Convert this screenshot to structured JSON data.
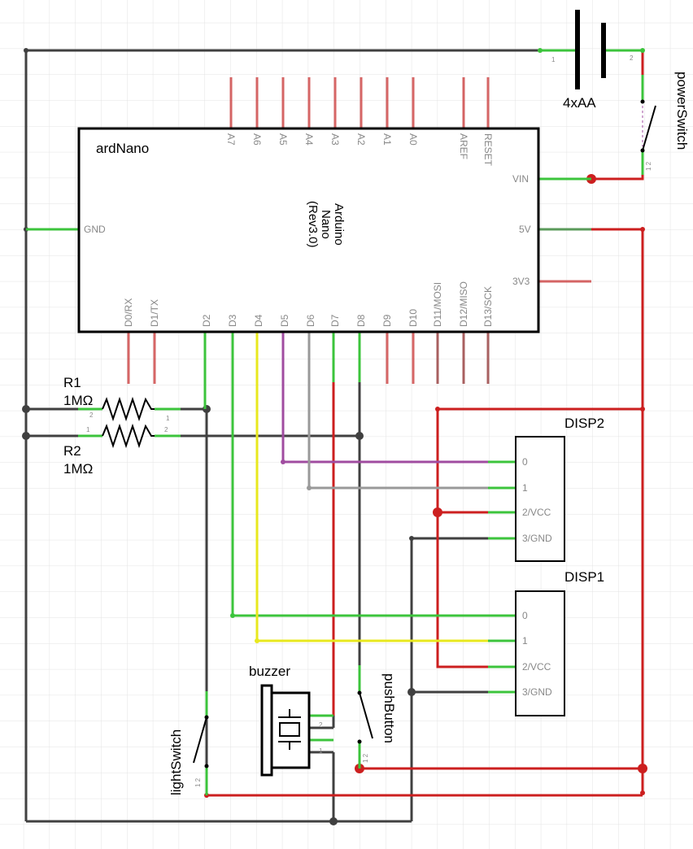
{
  "arduino": {
    "title": "ardNano",
    "name_lines": [
      "Arduino",
      "Nano",
      "(Rev3.0)"
    ],
    "top_pins": [
      "A7",
      "A6",
      "A5",
      "A4",
      "A3",
      "A2",
      "A1",
      "A0",
      "AREF",
      "RESET"
    ],
    "bottom_pins": [
      "D0/RX",
      "D1/TX",
      "D2",
      "D3",
      "D4",
      "D5",
      "D6",
      "D7",
      "D8",
      "D9",
      "D10",
      "D11/MOSI",
      "D12/MISO",
      "D13/SCK"
    ],
    "left_pin": "GND",
    "right_pins": [
      "VIN",
      "5V",
      "3V3"
    ]
  },
  "battery": {
    "label": "4xAA",
    "pin1": "1",
    "pin2": "2"
  },
  "power_switch": {
    "label": "powerSwitch",
    "pins": "1 2"
  },
  "r1": {
    "name": "R1",
    "value": "1MΩ",
    "pin_left": "2",
    "pin_right": "1"
  },
  "r2": {
    "name": "R2",
    "value": "1MΩ",
    "pin_left": "1",
    "pin_right": "2"
  },
  "disp2": {
    "label": "DISP2",
    "pins": [
      "0",
      "1",
      "2/VCC",
      "3/GND"
    ]
  },
  "disp1": {
    "label": "DISP1",
    "pins": [
      "0",
      "1",
      "2/VCC",
      "3/GND"
    ]
  },
  "buzzer": {
    "label": "buzzer",
    "pin2": "2",
    "pin1": "1"
  },
  "push_button": {
    "label": "pushButton",
    "pins": "1 2"
  },
  "light_switch": {
    "label": "lightSwitch",
    "pins": "1 2"
  },
  "colors": {
    "ground_wire": "#404040",
    "power_wire": "#cc1f1f",
    "signal_wire": "#3cc43c",
    "d4_wire": "#e8e81e",
    "d5_wire": "#a04ca0",
    "d6_wire": "#999999",
    "unused_pin": "#cc4040",
    "grid": "#e3e3e3"
  }
}
